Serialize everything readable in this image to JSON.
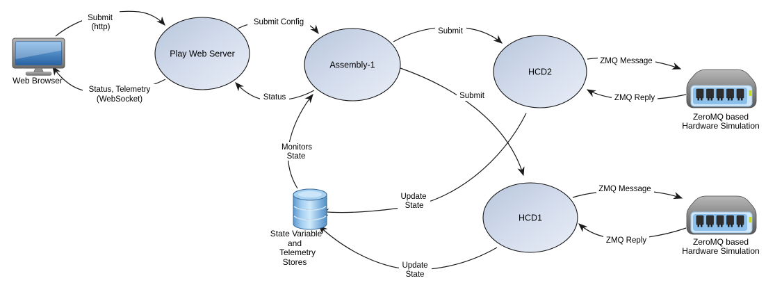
{
  "diagram_title": "Play Web Server / HCD / ZeroMQ hardware simulation architecture diagram",
  "palette": {
    "background": "#ffffff",
    "node_fill_dark": "#b7c5db",
    "node_fill_light": "#e9eef7",
    "node_stroke": "#141414",
    "edge_line": "#1a1a1a",
    "db_blue": "#5e97cc",
    "screen_blue": "#3f7fc1",
    "server_gray": "#8a8a8a",
    "led_green": "#c6da2f"
  },
  "nodes": {
    "web_browser": {
      "label": "Web Browser"
    },
    "play_web_server": {
      "label": "Play Web Server"
    },
    "assembly1": {
      "label": "Assembly-1"
    },
    "hcd2": {
      "label": "HCD2"
    },
    "hcd1": {
      "label": "HCD1"
    },
    "zeromq_sim_top": {
      "lines": [
        "ZeroMQ based",
        "Hardware Simulation"
      ]
    },
    "zeromq_sim_bottom": {
      "lines": [
        "ZeroMQ based",
        "Hardware Simulation"
      ]
    },
    "state_store": {
      "lines": [
        "State Variable",
        "and",
        "Telemetry",
        "Stores"
      ]
    }
  },
  "edges": {
    "submit_http": {
      "lines": [
        "Submit",
        "(http)"
      ]
    },
    "status_telemetry": {
      "lines": [
        "Status, Telemetry",
        "(WebSocket)"
      ]
    },
    "submit_config": {
      "label": "Submit Config"
    },
    "status": {
      "label": "Status"
    },
    "submit_hcd2": {
      "label": "Submit"
    },
    "submit_hcd1": {
      "label": "Submit"
    },
    "zmq_message_top": {
      "label": "ZMQ Message"
    },
    "zmq_reply_top": {
      "label": "ZMQ Reply"
    },
    "zmq_message_bottom": {
      "label": "ZMQ Message"
    },
    "zmq_reply_bottom": {
      "label": "ZMQ Reply"
    },
    "monitors_state": {
      "lines": [
        "Monitors",
        "State"
      ]
    },
    "update_state_hcd2": {
      "lines": [
        "Update",
        "State"
      ]
    },
    "update_state_hcd1": {
      "lines": [
        "Update",
        "State"
      ]
    }
  }
}
